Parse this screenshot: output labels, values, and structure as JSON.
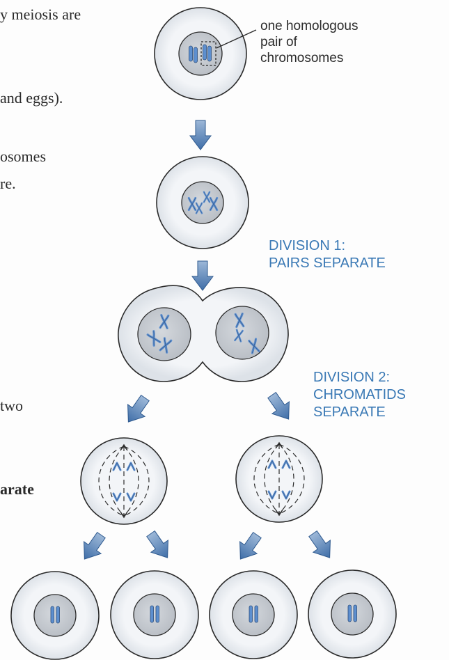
{
  "side_text": {
    "line1": "y meiosis are",
    "line2": "and eggs).",
    "line3": "osomes",
    "line4": "re.",
    "line5": "two",
    "line6": "arate"
  },
  "labels": {
    "homologous_line1": "one homologous",
    "homologous_line2": "pair of",
    "homologous_line3": "chromosomes",
    "division1_line1": "DIVISION 1:",
    "division1_line2": "PAIRS SEPARATE",
    "division2_line1": "DIVISION 2:",
    "division2_line2": "CHROMATIDS",
    "division2_line3": "SEPARATE"
  },
  "colors": {
    "cell_fill": "#eef1f5",
    "nucleus_fill": "#c9cdd3",
    "chromosome": "#5d8fcf",
    "arrow": "#4f79b0",
    "label_blue": "#3a79b5"
  }
}
